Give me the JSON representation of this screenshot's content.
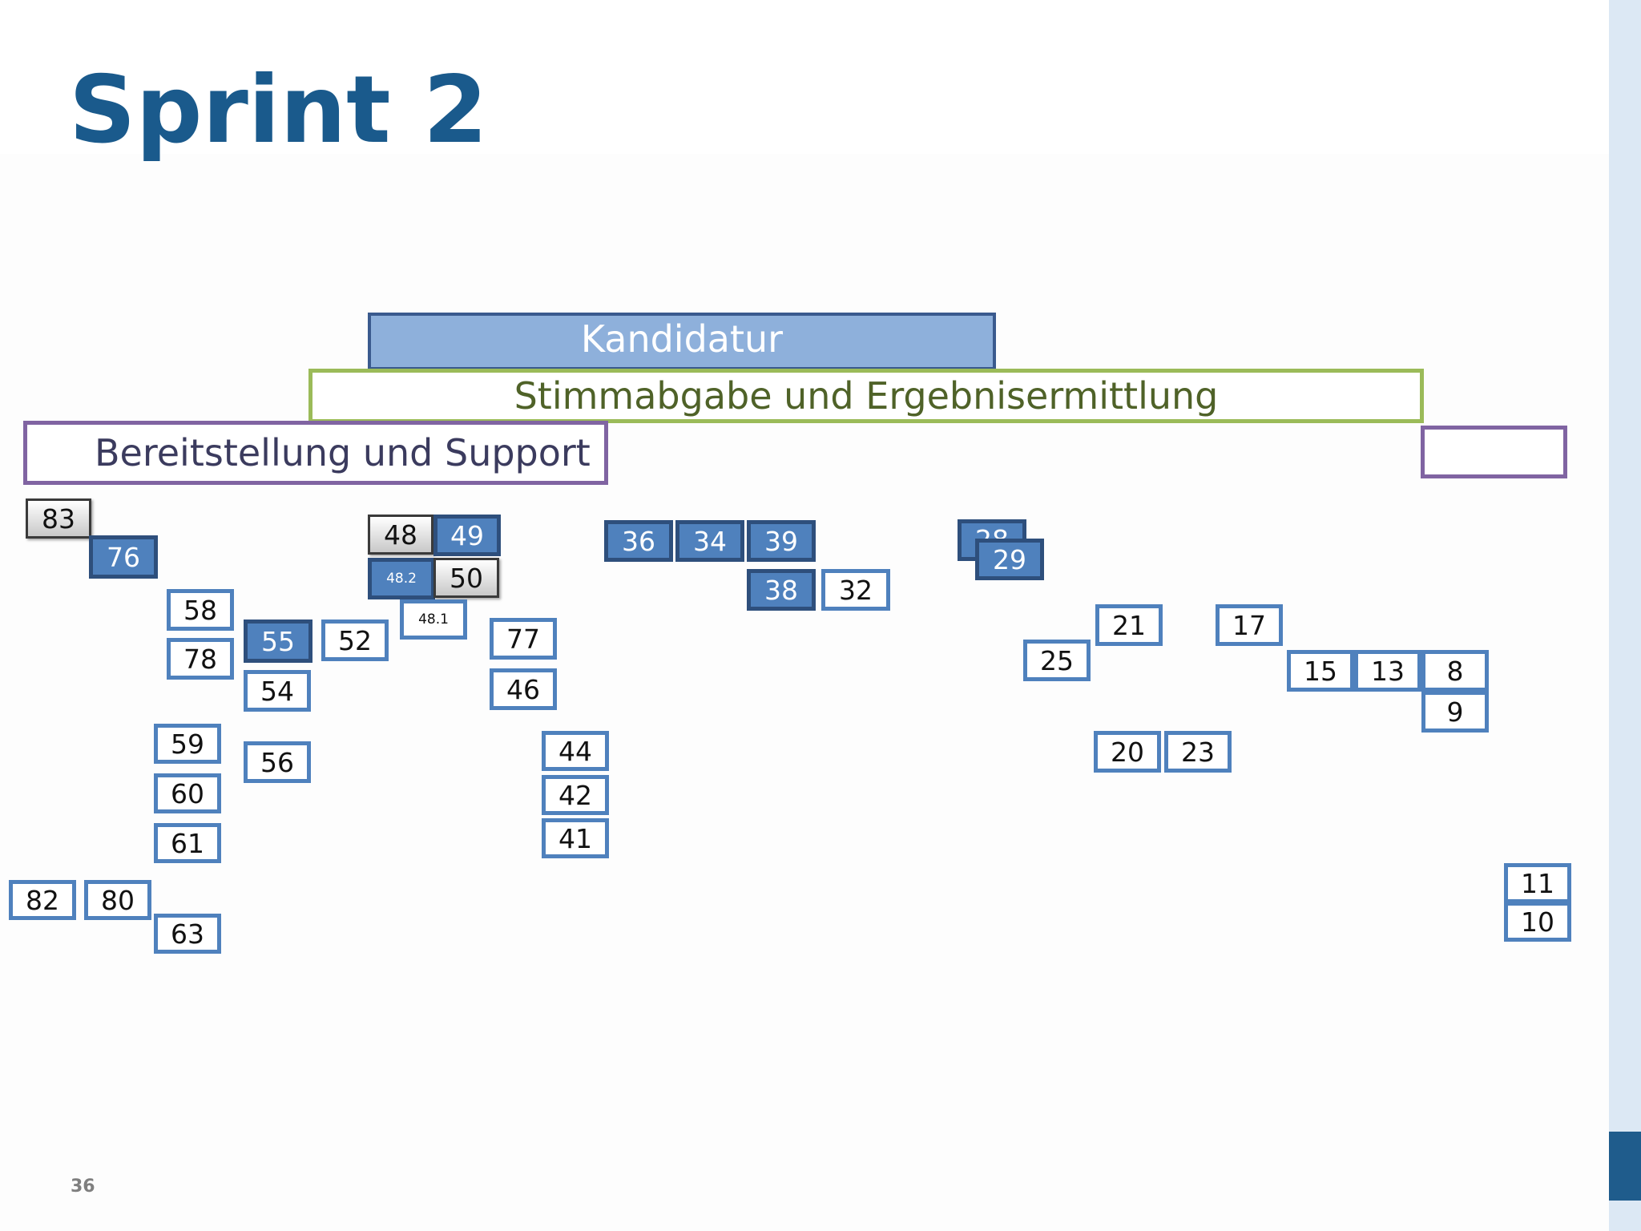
{
  "slide": {
    "title": "Sprint 2",
    "page_number": "36"
  },
  "bands": {
    "kandidatur": "Kandidatur",
    "stimmabgabe": "Stimmabgabe und Ergebnisermittlung",
    "support": "Bereitstellung und Support",
    "support_right": ""
  },
  "cards": [
    {
      "label": "83",
      "style": "gray"
    },
    {
      "label": "76",
      "style": "filled"
    },
    {
      "label": "58",
      "style": "outline"
    },
    {
      "label": "78",
      "style": "outline"
    },
    {
      "label": "55",
      "style": "filled"
    },
    {
      "label": "52",
      "style": "outline"
    },
    {
      "label": "54",
      "style": "outline"
    },
    {
      "label": "59",
      "style": "outline"
    },
    {
      "label": "60",
      "style": "outline"
    },
    {
      "label": "61",
      "style": "outline"
    },
    {
      "label": "56",
      "style": "outline"
    },
    {
      "label": "82",
      "style": "outline"
    },
    {
      "label": "80",
      "style": "outline"
    },
    {
      "label": "63",
      "style": "outline"
    },
    {
      "label": "48",
      "style": "gray"
    },
    {
      "label": "49",
      "style": "filled"
    },
    {
      "label": "48.2",
      "style": "filled"
    },
    {
      "label": "50",
      "style": "gray"
    },
    {
      "label": "48.1",
      "style": "outline"
    },
    {
      "label": "77",
      "style": "outline"
    },
    {
      "label": "46",
      "style": "outline"
    },
    {
      "label": "44",
      "style": "outline"
    },
    {
      "label": "42",
      "style": "outline"
    },
    {
      "label": "41",
      "style": "outline"
    },
    {
      "label": "36",
      "style": "filled"
    },
    {
      "label": "34",
      "style": "filled"
    },
    {
      "label": "39",
      "style": "filled"
    },
    {
      "label": "38",
      "style": "filled"
    },
    {
      "label": "32",
      "style": "outline"
    },
    {
      "label": "28",
      "style": "filled"
    },
    {
      "label": "29",
      "style": "filled"
    },
    {
      "label": "21",
      "style": "outline"
    },
    {
      "label": "25",
      "style": "outline"
    },
    {
      "label": "17",
      "style": "outline"
    },
    {
      "label": "15",
      "style": "outline"
    },
    {
      "label": "13",
      "style": "outline"
    },
    {
      "label": "8",
      "style": "outline"
    },
    {
      "label": "9",
      "style": "outline"
    },
    {
      "label": "20",
      "style": "outline"
    },
    {
      "label": "23",
      "style": "outline"
    },
    {
      "label": "11",
      "style": "outline"
    },
    {
      "label": "10",
      "style": "outline"
    }
  ]
}
